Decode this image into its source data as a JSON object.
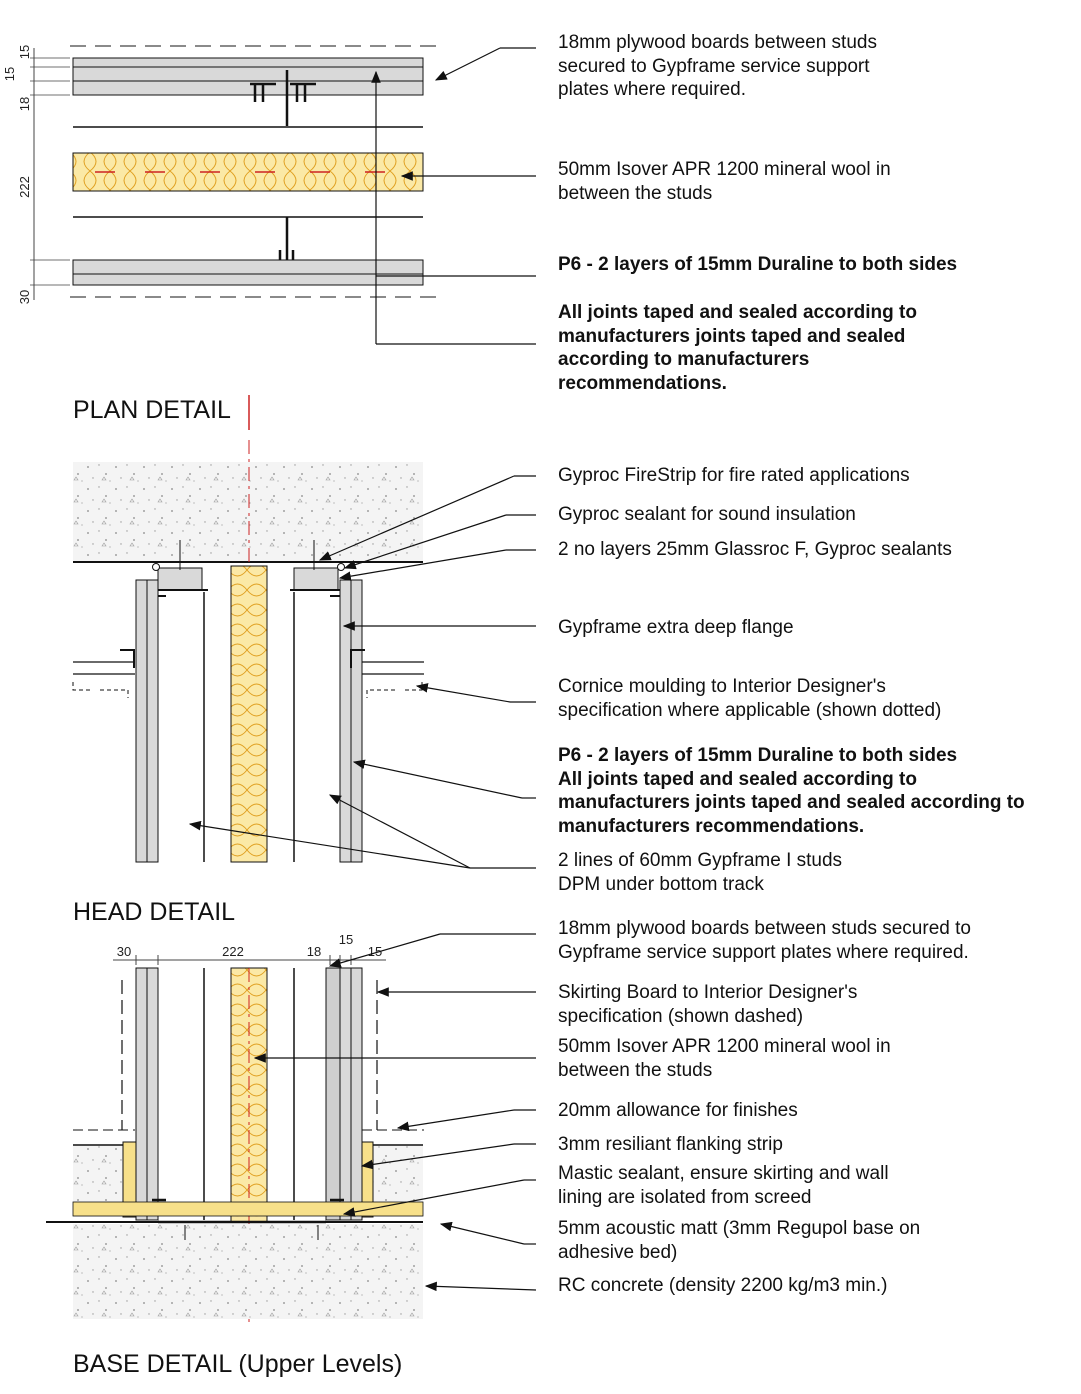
{
  "sections": {
    "plan": "PLAN DETAIL",
    "head": "HEAD DETAIL",
    "base": "BASE DETAIL (Upper Levels)"
  },
  "plan_dims": {
    "d1": "15",
    "d2": "15",
    "d3": "18",
    "d4": "222",
    "d5": "30"
  },
  "base_dims": {
    "d1": "30",
    "d2": "222",
    "d3": "18",
    "d4": "15",
    "d5": "15"
  },
  "notes": {
    "plan_1": {
      "l1": "18mm plywood boards between studs",
      "l2": "secured to Gypframe service support",
      "l3": "plates where required."
    },
    "plan_2": {
      "l1": "50mm Isover APR 1200 mineral wool in",
      "l2": "between the studs"
    },
    "plan_3": {
      "l1": "P6 - 2 layers of 15mm Duraline to both sides"
    },
    "plan_4": {
      "l1": "All joints taped and sealed according to",
      "l2": "manufacturers joints taped and sealed",
      "l3": "according to manufacturers",
      "l4": "recommendations."
    },
    "head_1": {
      "l1": "Gyproc FireStrip for fire rated applications"
    },
    "head_2": {
      "l1": "Gyproc sealant for sound insulation"
    },
    "head_3": {
      "l1": "2 no layers 25mm Glassroc F, Gyproc sealants"
    },
    "head_4": {
      "l1": "Gypframe extra deep flange"
    },
    "head_5": {
      "l1": "Cornice moulding to Interior Designer's",
      "l2": "specification where applicable (shown dotted)"
    },
    "head_6": {
      "l1": "P6 - 2 layers of 15mm Duraline to both sides",
      "l2": "All joints taped and sealed according to",
      "l3": "manufacturers joints taped and sealed according to",
      "l4": "manufacturers recommendations."
    },
    "head_7": {
      "l1": "2 lines of 60mm Gypframe I studs",
      "l2": "DPM under bottom track"
    },
    "base_1": {
      "l1": "18mm plywood boards between studs secured to",
      "l2": "Gypframe service support plates where required."
    },
    "base_2": {
      "l1": "Skirting Board to Interior Designer's",
      "l2": "specification (shown dashed)"
    },
    "base_3": {
      "l1": "50mm Isover APR 1200 mineral wool in",
      "l2": "between the studs"
    },
    "base_4": {
      "l1": "20mm allowance for finishes"
    },
    "base_5": {
      "l1": "3mm resiliant flanking strip"
    },
    "base_6": {
      "l1": "Mastic sealant, ensure skirting and wall",
      "l2": "lining are isolated from screed"
    },
    "base_7": {
      "l1": "5mm acoustic matt (3mm Regupol base on",
      "l2": "adhesive bed)"
    },
    "base_8": {
      "l1": "RC concrete (density 2200 kg/m3 min.)"
    }
  },
  "colors": {
    "line": "#111111",
    "board": "#d9d9d9",
    "concrete": "#f2f2f2",
    "insulation": "#f7e08a",
    "insulation_line": "#e0a020",
    "centerline": "#cc2222"
  }
}
